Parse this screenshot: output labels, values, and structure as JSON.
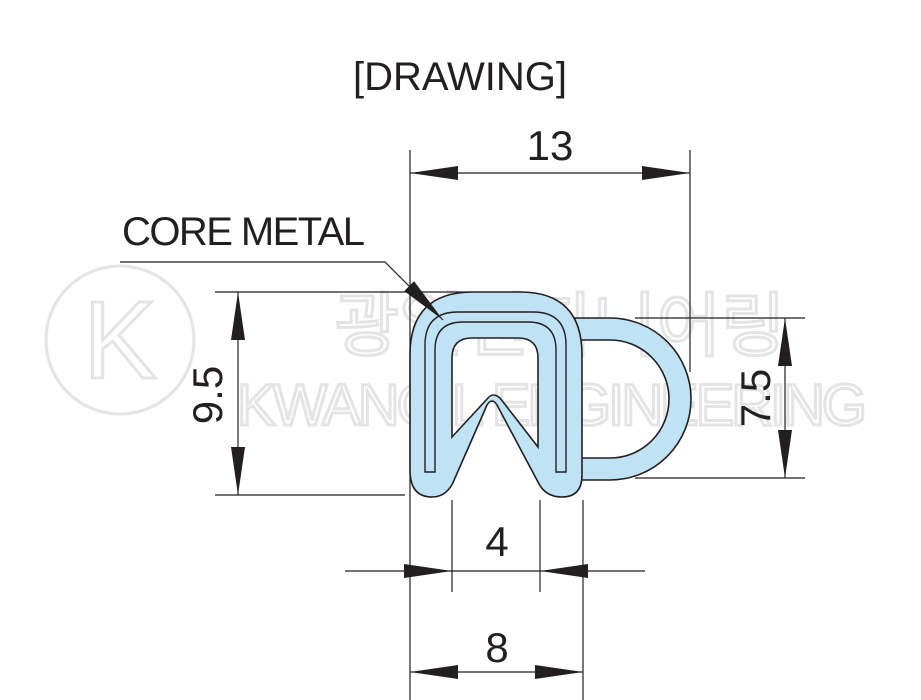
{
  "title": "[DRAWING]",
  "callout": "CORE METAL",
  "dimensions": {
    "width_total": "13",
    "height_left": "9.5",
    "height_right": "7.5",
    "opening": "4",
    "base_width": "8"
  },
  "watermark": {
    "logo_letter": "K",
    "korean": "광일엔지니어링",
    "english": "KWANGIL ENGINEERING"
  },
  "colors": {
    "profile_fill": "#bfe3f5",
    "line": "#231f20",
    "watermark": "#e4e4e4"
  }
}
